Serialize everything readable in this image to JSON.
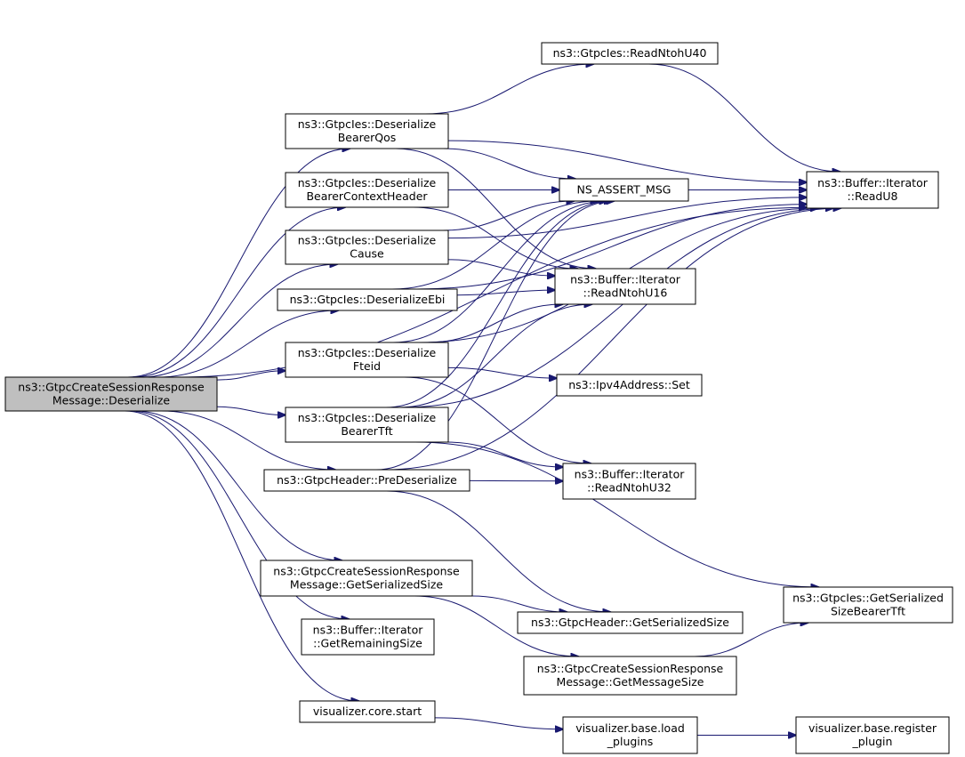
{
  "graph": {
    "nodes": [
      {
        "id": "root",
        "lines": [
          "ns3::GtpcCreateSessionResponse",
          "Message::Deserialize"
        ],
        "highlighted": true
      },
      {
        "id": "bearerqos",
        "lines": [
          "ns3::GtpcIes::Deserialize",
          "BearerQos"
        ]
      },
      {
        "id": "bearerctx",
        "lines": [
          "ns3::GtpcIes::Deserialize",
          "BearerContextHeader"
        ]
      },
      {
        "id": "cause",
        "lines": [
          "ns3::GtpcIes::Deserialize",
          "Cause"
        ]
      },
      {
        "id": "ebi",
        "lines": [
          "ns3::GtpcIes::DeserializeEbi"
        ]
      },
      {
        "id": "fteid",
        "lines": [
          "ns3::GtpcIes::Deserialize",
          "Fteid"
        ]
      },
      {
        "id": "bearertft",
        "lines": [
          "ns3::GtpcIes::Deserialize",
          "BearerTft"
        ]
      },
      {
        "id": "predeser",
        "lines": [
          "ns3::GtpcHeader::PreDeserialize"
        ]
      },
      {
        "id": "getsersize",
        "lines": [
          "ns3::GtpcCreateSessionResponse",
          "Message::GetSerializedSize"
        ]
      },
      {
        "id": "getremaining",
        "lines": [
          "ns3::Buffer::Iterator",
          "::GetRemainingSize"
        ]
      },
      {
        "id": "vizstart",
        "lines": [
          "visualizer.core.start"
        ]
      },
      {
        "id": "readntohu40",
        "lines": [
          "ns3::GtpcIes::ReadNtohU40"
        ]
      },
      {
        "id": "nsassert",
        "lines": [
          "NS_ASSERT_MSG"
        ]
      },
      {
        "id": "readntohu16",
        "lines": [
          "ns3::Buffer::Iterator",
          "::ReadNtohU16"
        ]
      },
      {
        "id": "ipv4set",
        "lines": [
          "ns3::Ipv4Address::Set"
        ]
      },
      {
        "id": "readntohu32",
        "lines": [
          "ns3::Buffer::Iterator",
          "::ReadNtohU32"
        ]
      },
      {
        "id": "hdrgetsersize",
        "lines": [
          "ns3::GtpcHeader::GetSerializedSize"
        ]
      },
      {
        "id": "getmsgsize",
        "lines": [
          "ns3::GtpcCreateSessionResponse",
          "Message::GetMessageSize"
        ]
      },
      {
        "id": "loadplugins",
        "lines": [
          "visualizer.base.load",
          "_plugins"
        ]
      },
      {
        "id": "readu8",
        "lines": [
          "ns3::Buffer::Iterator",
          "::ReadU8"
        ]
      },
      {
        "id": "getsersizetft",
        "lines": [
          "ns3::GtpcIes::GetSerialized",
          "SizeBearerTft"
        ]
      },
      {
        "id": "registerplugin",
        "lines": [
          "visualizer.base.register",
          "_plugin"
        ]
      }
    ],
    "edges": [
      [
        "root",
        "bearerqos"
      ],
      [
        "root",
        "bearerctx"
      ],
      [
        "root",
        "cause"
      ],
      [
        "root",
        "ebi"
      ],
      [
        "root",
        "fteid"
      ],
      [
        "root",
        "bearertft"
      ],
      [
        "root",
        "predeser"
      ],
      [
        "root",
        "getsersize"
      ],
      [
        "root",
        "getremaining"
      ],
      [
        "root",
        "vizstart"
      ],
      [
        "root",
        "readu8"
      ],
      [
        "bearerqos",
        "readntohu40"
      ],
      [
        "bearerqos",
        "readu8"
      ],
      [
        "bearerqos",
        "nsassert"
      ],
      [
        "bearerqos",
        "readntohu16"
      ],
      [
        "bearerctx",
        "nsassert"
      ],
      [
        "bearerctx",
        "readu8"
      ],
      [
        "bearerctx",
        "readntohu16"
      ],
      [
        "cause",
        "readu8"
      ],
      [
        "cause",
        "nsassert"
      ],
      [
        "cause",
        "readntohu16"
      ],
      [
        "ebi",
        "readu8"
      ],
      [
        "ebi",
        "nsassert"
      ],
      [
        "ebi",
        "readntohu16"
      ],
      [
        "fteid",
        "readu8"
      ],
      [
        "fteid",
        "nsassert"
      ],
      [
        "fteid",
        "readntohu16"
      ],
      [
        "fteid",
        "ipv4set"
      ],
      [
        "fteid",
        "readntohu32"
      ],
      [
        "bearertft",
        "nsassert"
      ],
      [
        "bearertft",
        "readntohu16"
      ],
      [
        "bearertft",
        "readu8"
      ],
      [
        "bearertft",
        "readntohu32"
      ],
      [
        "bearertft",
        "getsersizetft"
      ],
      [
        "predeser",
        "nsassert"
      ],
      [
        "predeser",
        "readntohu32"
      ],
      [
        "predeser",
        "readu8"
      ],
      [
        "predeser",
        "hdrgetsersize"
      ],
      [
        "getsersize",
        "hdrgetsersize"
      ],
      [
        "getsersize",
        "getmsgsize"
      ],
      [
        "getmsgsize",
        "getsersizetft"
      ],
      [
        "readntohu40",
        "readu8"
      ],
      [
        "vizstart",
        "loadplugins"
      ],
      [
        "loadplugins",
        "registerplugin"
      ]
    ]
  }
}
